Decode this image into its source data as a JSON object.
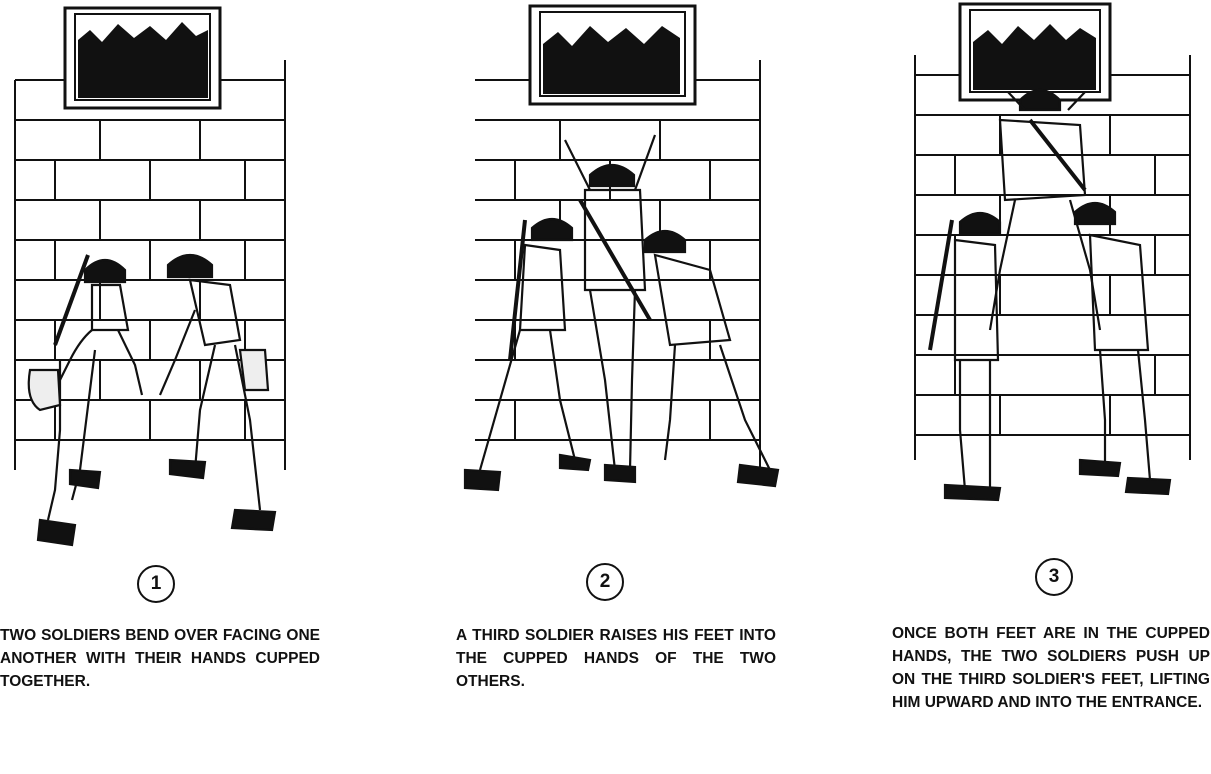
{
  "steps": [
    {
      "number": "1",
      "caption": "TWO SOLDIERS BEND OVER FACING ONE ANOTHER WITH THEIR HANDS CUPPED TOGETHER."
    },
    {
      "number": "2",
      "caption": "A THIRD SOLDIER RAISES HIS FEET INTO THE CUPPED HANDS OF THE TWO OTHERS."
    },
    {
      "number": "3",
      "caption": "ONCE BOTH FEET ARE IN THE CUPPED HANDS, THE TWO SOLDIERS PUSH UP ON THE THIRD SOLDIER'S FEET, LIFTING HIM UPWARD AND INTO THE ENTRANCE."
    }
  ]
}
